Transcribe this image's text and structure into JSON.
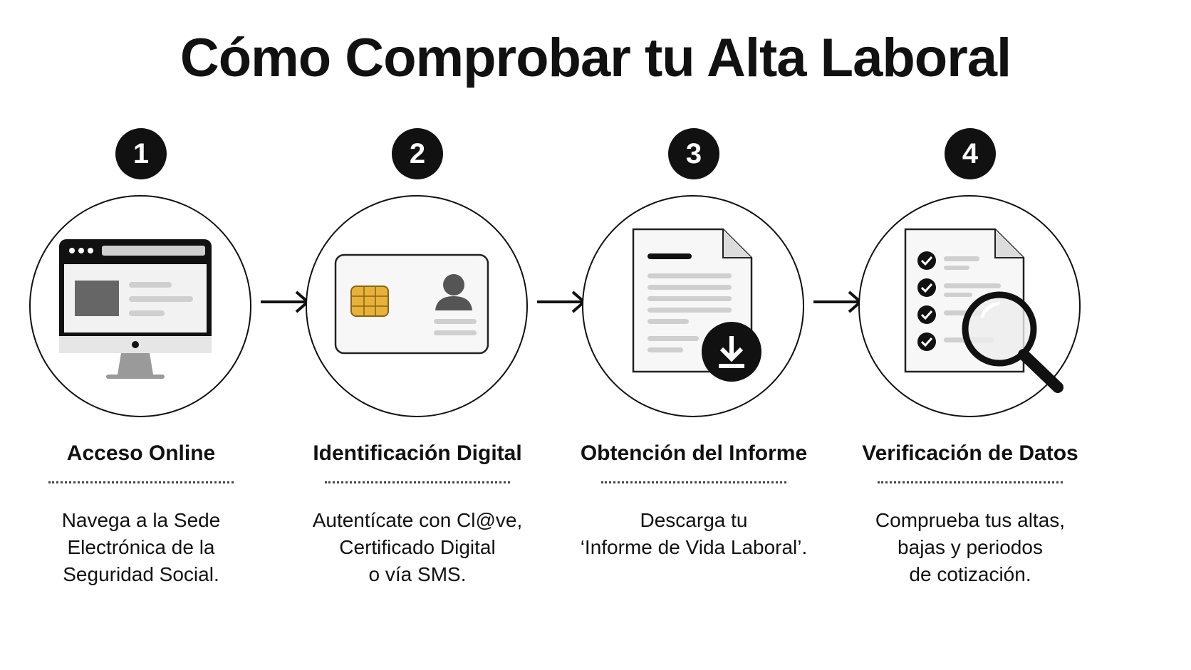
{
  "title": "Cómo Comprobar tu Alta Laboral",
  "steps": [
    {
      "number": "1",
      "icon": "computer-monitor-icon",
      "title": "Acceso Online",
      "description": [
        "Navega a la Sede",
        "Electrónica de la",
        "Seguridad Social."
      ]
    },
    {
      "number": "2",
      "icon": "id-card-chip-icon",
      "title": "Identificación Digital",
      "description": [
        "Autentícate con Cl@ve,",
        "Certificado Digital",
        "o vía SMS."
      ]
    },
    {
      "number": "3",
      "icon": "document-download-icon",
      "title": "Obtención del Informe",
      "description": [
        "Descarga tu",
        "‘Informe de Vida Laboral’."
      ]
    },
    {
      "number": "4",
      "icon": "checklist-magnifier-icon",
      "title": "Verificación de Datos",
      "description": [
        "Comprueba tus altas,",
        "bajas y periodos",
        "de cotización."
      ]
    }
  ],
  "colors": {
    "ink": "#111111",
    "chip": "#e8b23a",
    "gray": "#cfcfcf"
  }
}
